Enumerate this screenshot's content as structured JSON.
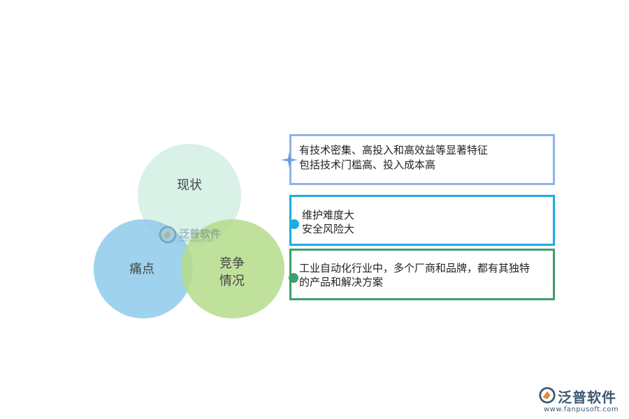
{
  "diagram": {
    "circles": [
      {
        "id": "status",
        "label": "现状",
        "color": "#d5efe4"
      },
      {
        "id": "pain",
        "label": "痛点",
        "color": "#8ecbea"
      },
      {
        "id": "competition",
        "label_line1": "竞争",
        "label_line2": "情况",
        "color": "#b5dc8b"
      }
    ],
    "boxes": [
      {
        "id": "status-box",
        "border_color": "#8fb3e6",
        "connector_color": "#6a9be0",
        "lines": [
          "有技术密集、高投入和高效益等显著特征",
          "包括技术门槛高、投入成本高"
        ]
      },
      {
        "id": "pain-box",
        "border_color": "#1aaee0",
        "connector_color": "#1aaee0",
        "lines": [
          "维护难度大",
          "安全风险大"
        ]
      },
      {
        "id": "competition-box",
        "border_color": "#3c9f6c",
        "connector_color": "#3c9f6c",
        "lines": [
          "工业自动化行业中，多个厂商和品牌，都有其独特",
          "的产品和解决方案"
        ]
      }
    ]
  },
  "watermark": {
    "name": "泛普软件",
    "sub": "www.fanpusoft.com"
  },
  "logo": {
    "name": "泛普软件",
    "url": "www.fanpusoft.com",
    "color": "#3d5975"
  }
}
